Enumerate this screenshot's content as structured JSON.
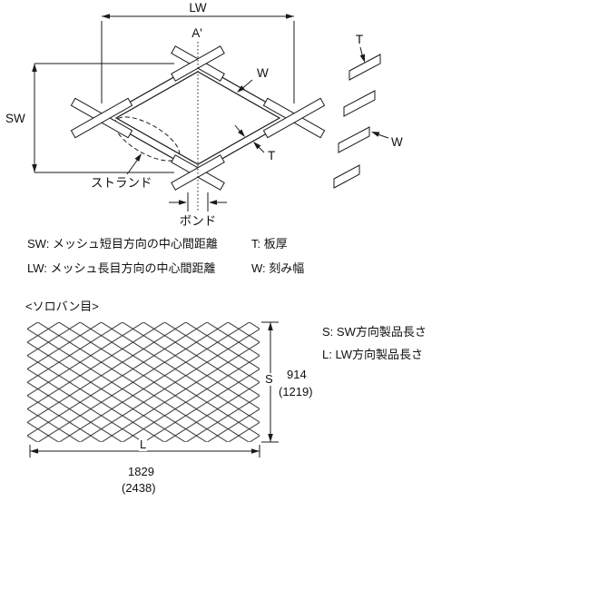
{
  "top_diagram": {
    "lw_label": "LW",
    "section_line_label": "A'",
    "w_label": "W",
    "sw_label": "SW",
    "strand_label": "ストランド",
    "t_label": "T",
    "bond_label": "ボンド"
  },
  "section_diagram": {
    "t_label": "T",
    "w_label": "W"
  },
  "definitions": {
    "row1_left": "SW: メッシュ短目方向の中心間距離",
    "row1_right": "T: 板厚",
    "row2_left": "LW: メッシュ長目方向の中心間距離",
    "row2_right": "W: 刻み幅"
  },
  "mesh_section": {
    "heading": "<ソロバン目>",
    "s_label": "S",
    "l_label": "L",
    "s_value_primary": "914",
    "s_value_secondary": "(1219)",
    "l_value_primary": "1829",
    "l_value_secondary": "(2438)",
    "note_s": "S: SW方向製品長さ",
    "note_l": "L: LW方向製品長さ"
  }
}
